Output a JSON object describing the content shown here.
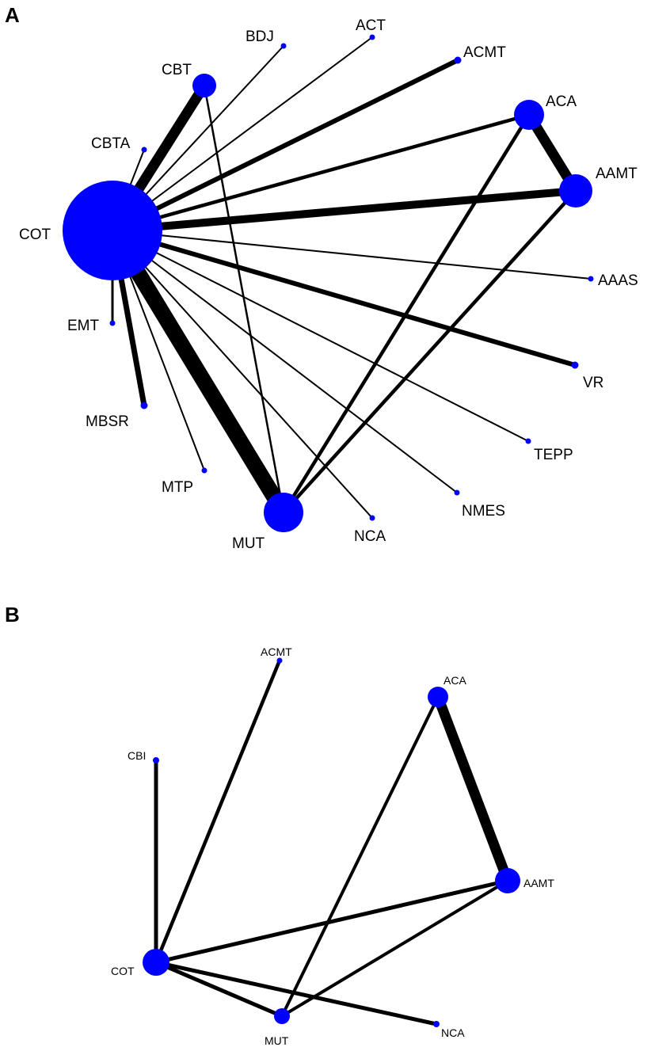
{
  "colors": {
    "node": "#0000FF",
    "edge": "#000000",
    "background": "#FFFFFF"
  },
  "panels": [
    {
      "letter": "A",
      "nodes": [
        {
          "id": "COT",
          "label": "COT"
        },
        {
          "id": "CBT",
          "label": "CBT"
        },
        {
          "id": "BDJ",
          "label": "BDJ"
        },
        {
          "id": "ACT",
          "label": "ACT"
        },
        {
          "id": "ACMT",
          "label": "ACMT"
        },
        {
          "id": "ACA",
          "label": "ACA"
        },
        {
          "id": "AAMT",
          "label": "AAMT"
        },
        {
          "id": "CBTA",
          "label": "CBTA"
        },
        {
          "id": "AAAS",
          "label": "AAAS"
        },
        {
          "id": "VR",
          "label": "VR"
        },
        {
          "id": "TEPP",
          "label": "TEPP"
        },
        {
          "id": "NMES",
          "label": "NMES"
        },
        {
          "id": "NCA",
          "label": "NCA"
        },
        {
          "id": "MUT",
          "label": "MUT"
        },
        {
          "id": "MTP",
          "label": "MTP"
        },
        {
          "id": "MBSR",
          "label": "MBSR"
        },
        {
          "id": "EMT",
          "label": "EMT"
        }
      ],
      "edges": [
        {
          "from": "COT",
          "to": "CBT"
        },
        {
          "from": "COT",
          "to": "CBTA"
        },
        {
          "from": "COT",
          "to": "BDJ"
        },
        {
          "from": "COT",
          "to": "ACT"
        },
        {
          "from": "COT",
          "to": "ACMT"
        },
        {
          "from": "COT",
          "to": "ACA"
        },
        {
          "from": "COT",
          "to": "AAMT"
        },
        {
          "from": "COT",
          "to": "AAAS"
        },
        {
          "from": "COT",
          "to": "VR"
        },
        {
          "from": "COT",
          "to": "TEPP"
        },
        {
          "from": "COT",
          "to": "NMES"
        },
        {
          "from": "COT",
          "to": "NCA"
        },
        {
          "from": "COT",
          "to": "MUT"
        },
        {
          "from": "COT",
          "to": "MTP"
        },
        {
          "from": "COT",
          "to": "MBSR"
        },
        {
          "from": "COT",
          "to": "EMT"
        },
        {
          "from": "CBT",
          "to": "MUT"
        },
        {
          "from": "ACA",
          "to": "AAMT"
        },
        {
          "from": "ACA",
          "to": "MUT"
        },
        {
          "from": "AAMT",
          "to": "MUT"
        }
      ]
    },
    {
      "letter": "B",
      "nodes": [
        {
          "id": "ACMT",
          "label": "ACMT"
        },
        {
          "id": "ACA",
          "label": "ACA"
        },
        {
          "id": "CBI",
          "label": "CBI"
        },
        {
          "id": "AAMT",
          "label": "AAMT"
        },
        {
          "id": "COT",
          "label": "COT"
        },
        {
          "id": "NCA",
          "label": "NCA"
        },
        {
          "id": "MUT",
          "label": "MUT"
        }
      ],
      "edges": [
        {
          "from": "COT",
          "to": "CBI"
        },
        {
          "from": "COT",
          "to": "ACMT"
        },
        {
          "from": "COT",
          "to": "AAMT"
        },
        {
          "from": "COT",
          "to": "NCA"
        },
        {
          "from": "COT",
          "to": "MUT"
        },
        {
          "from": "ACA",
          "to": "AAMT"
        },
        {
          "from": "ACA",
          "to": "MUT"
        },
        {
          "from": "AAMT",
          "to": "MUT"
        }
      ]
    }
  ]
}
